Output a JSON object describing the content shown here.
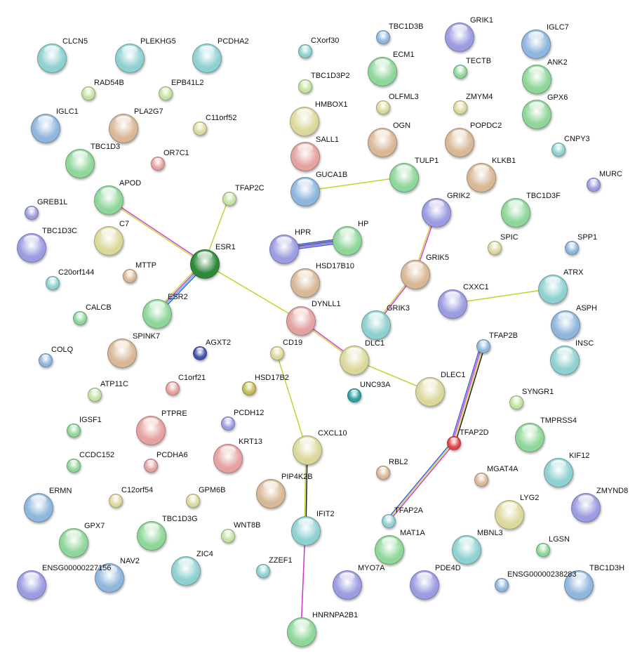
{
  "palette": {
    "teal": "#8fd0d0",
    "blue": "#8fb6dc",
    "purple": "#9c9ce0",
    "green": "#8fd69a",
    "lightgreen": "#c4e2a2",
    "tan": "#d8b896",
    "khaki": "#dcd89c",
    "salmon": "#e4a2a0",
    "darkgreen": "#2e8a3a",
    "red": "#e04444",
    "darkblue": "#4652aa",
    "darkteal": "#2fa0a0",
    "olive": "#c4bc54"
  },
  "nodes": [
    {
      "name": "CLCN5",
      "color": "teal"
    },
    {
      "name": "PLEKHG5",
      "color": "teal"
    },
    {
      "name": "PCDHA2",
      "color": "teal"
    },
    {
      "name": "CXorf30",
      "color": "teal"
    },
    {
      "name": "TBC1D3B",
      "color": "blue"
    },
    {
      "name": "GRIK1",
      "color": "purple"
    },
    {
      "name": "IGLC7",
      "color": "blue"
    },
    {
      "name": "RAD54B",
      "color": "lightgreen"
    },
    {
      "name": "EPB41L2",
      "color": "lightgreen"
    },
    {
      "name": "ECM1",
      "color": "green"
    },
    {
      "name": "TECTB",
      "color": "green"
    },
    {
      "name": "ANK2",
      "color": "green"
    },
    {
      "name": "TBC1D3P2",
      "color": "lightgreen"
    },
    {
      "name": "IGLC1",
      "color": "blue"
    },
    {
      "name": "PLA2G7",
      "color": "tan"
    },
    {
      "name": "C11orf52",
      "color": "khaki"
    },
    {
      "name": "HMBOX1",
      "color": "khaki"
    },
    {
      "name": "OLFML3",
      "color": "khaki"
    },
    {
      "name": "ZMYM4",
      "color": "khaki"
    },
    {
      "name": "GPX6",
      "color": "green"
    },
    {
      "name": "SALL1",
      "color": "salmon"
    },
    {
      "name": "OGN",
      "color": "tan"
    },
    {
      "name": "POPDC2",
      "color": "tan"
    },
    {
      "name": "CNPY3",
      "color": "teal"
    },
    {
      "name": "TBC1D3",
      "color": "green"
    },
    {
      "name": "OR7C1",
      "color": "salmon"
    },
    {
      "name": "GUCA1B",
      "color": "blue"
    },
    {
      "name": "TULP1",
      "color": "green"
    },
    {
      "name": "KLKB1",
      "color": "tan"
    },
    {
      "name": "MURC",
      "color": "purple"
    },
    {
      "name": "TFAP2C",
      "color": "lightgreen"
    },
    {
      "name": "APOD",
      "color": "green"
    },
    {
      "name": "GREB1L",
      "color": "purple"
    },
    {
      "name": "GRIK2",
      "color": "purple"
    },
    {
      "name": "TBC1D3F",
      "color": "green"
    },
    {
      "name": "TBC1D3C",
      "color": "purple"
    },
    {
      "name": "C7",
      "color": "khaki"
    },
    {
      "name": "HPR",
      "color": "purple"
    },
    {
      "name": "HP",
      "color": "green"
    },
    {
      "name": "SPIC",
      "color": "khaki"
    },
    {
      "name": "SPP1",
      "color": "blue"
    },
    {
      "name": "ESR1",
      "color": "darkgreen"
    },
    {
      "name": "MTTP",
      "color": "tan"
    },
    {
      "name": "C20orf144",
      "color": "teal"
    },
    {
      "name": "HSD17B10",
      "color": "tan"
    },
    {
      "name": "GRIK5",
      "color": "tan"
    },
    {
      "name": "ATRX",
      "color": "teal"
    },
    {
      "name": "CXXC1",
      "color": "purple"
    },
    {
      "name": "ESR2",
      "color": "green"
    },
    {
      "name": "CALCB",
      "color": "green"
    },
    {
      "name": "DYNLL1",
      "color": "salmon"
    },
    {
      "name": "GRIK3",
      "color": "teal"
    },
    {
      "name": "ASPH",
      "color": "blue"
    },
    {
      "name": "TFAP2B",
      "color": "blue"
    },
    {
      "name": "SPINK7",
      "color": "tan"
    },
    {
      "name": "AGXT2",
      "color": "darkblue"
    },
    {
      "name": "CD19",
      "color": "khaki"
    },
    {
      "name": "DLC1",
      "color": "khaki"
    },
    {
      "name": "COLQ",
      "color": "blue"
    },
    {
      "name": "INSC",
      "color": "teal"
    },
    {
      "name": "DLEC1",
      "color": "khaki"
    },
    {
      "name": "ATP11C",
      "color": "lightgreen"
    },
    {
      "name": "C1orf21",
      "color": "salmon"
    },
    {
      "name": "HSD17B2",
      "color": "olive"
    },
    {
      "name": "UNC93A",
      "color": "darkteal"
    },
    {
      "name": "SYNGR1",
      "color": "lightgreen"
    },
    {
      "name": "IGSF1",
      "color": "green"
    },
    {
      "name": "PTPRE",
      "color": "salmon"
    },
    {
      "name": "PCDH12",
      "color": "purple"
    },
    {
      "name": "TMPRSS4",
      "color": "green"
    },
    {
      "name": "TFAP2D",
      "color": "red"
    },
    {
      "name": "CXCL10",
      "color": "khaki"
    },
    {
      "name": "KRT13",
      "color": "salmon"
    },
    {
      "name": "CCDC152",
      "color": "green"
    },
    {
      "name": "PCDHA6",
      "color": "salmon"
    },
    {
      "name": "RBL2",
      "color": "tan"
    },
    {
      "name": "KIF12",
      "color": "teal"
    },
    {
      "name": "MGAT4A",
      "color": "tan"
    },
    {
      "name": "ERMN",
      "color": "blue"
    },
    {
      "name": "C12orf54",
      "color": "khaki"
    },
    {
      "name": "GPM6B",
      "color": "khaki"
    },
    {
      "name": "PIP4K2B",
      "color": "tan"
    },
    {
      "name": "ZMYND8",
      "color": "purple"
    },
    {
      "name": "LYG2",
      "color": "khaki"
    },
    {
      "name": "TFAP2A",
      "color": "teal"
    },
    {
      "name": "GPX7",
      "color": "green"
    },
    {
      "name": "TBC1D3G",
      "color": "green"
    },
    {
      "name": "WNT8B",
      "color": "lightgreen"
    },
    {
      "name": "IFIT2",
      "color": "teal"
    },
    {
      "name": "MAT1A",
      "color": "green"
    },
    {
      "name": "MBNL3",
      "color": "teal"
    },
    {
      "name": "LGSN",
      "color": "green"
    },
    {
      "name": "ZIC4",
      "color": "teal"
    },
    {
      "name": "NAV2",
      "color": "blue"
    },
    {
      "name": "ZZEF1",
      "color": "teal"
    },
    {
      "name": "ENSG00000238283",
      "color": "blue"
    },
    {
      "name": "ENSG00000227156",
      "color": "purple"
    },
    {
      "name": "MYO7A",
      "color": "purple"
    },
    {
      "name": "PDE4D",
      "color": "purple"
    },
    {
      "name": "TBC1D3H",
      "color": "blue"
    },
    {
      "name": "HNRNPA2B1",
      "color": "green"
    }
  ],
  "edges": [
    {
      "source": "APOD",
      "target": "ESR1",
      "colors": [
        "#d040d0",
        "#c8d840"
      ]
    },
    {
      "source": "TFAP2C",
      "target": "ESR1",
      "colors": [
        "#b8d830"
      ]
    },
    {
      "source": "ESR1",
      "target": "ESR2",
      "colors": [
        "#4060e0",
        "#40c8e0",
        "#d040d0",
        "#c8d840"
      ]
    },
    {
      "source": "ESR1",
      "target": "DYNLL1",
      "colors": [
        "#b8d830"
      ]
    },
    {
      "source": "HPR",
      "target": "HP",
      "colors": [
        "#3050d0",
        "#404080",
        "#8060e0",
        "#4060e0"
      ]
    },
    {
      "source": "GUCA1B",
      "target": "TULP1",
      "colors": [
        "#b8d830"
      ]
    },
    {
      "source": "GRIK2",
      "target": "GRIK5",
      "colors": [
        "#d040d0",
        "#c8d840"
      ]
    },
    {
      "source": "GRIK5",
      "target": "GRIK3",
      "colors": [
        "#d040d0",
        "#c8d840"
      ]
    },
    {
      "source": "CXXC1",
      "target": "ATRX",
      "colors": [
        "#b8d830"
      ]
    },
    {
      "source": "DYNLL1",
      "target": "DLC1",
      "colors": [
        "#d040d0",
        "#c8d840"
      ]
    },
    {
      "source": "DLC1",
      "target": "DLEC1",
      "colors": [
        "#b8d830"
      ]
    },
    {
      "source": "CD19",
      "target": "CXCL10",
      "colors": [
        "#b8d830"
      ]
    },
    {
      "source": "CXCL10",
      "target": "IFIT2",
      "colors": [
        "#222222",
        "#b8d830"
      ]
    },
    {
      "source": "IFIT2",
      "target": "HNRNPA2B1",
      "colors": [
        "#d030d0"
      ]
    },
    {
      "source": "TFAP2B",
      "target": "TFAP2D",
      "colors": [
        "#222222",
        "#c8d840",
        "#d040d0",
        "#4060e0"
      ]
    },
    {
      "source": "TFAP2D",
      "target": "TFAP2A",
      "colors": [
        "#d040d0",
        "#c8d840",
        "#4060e0"
      ]
    }
  ]
}
